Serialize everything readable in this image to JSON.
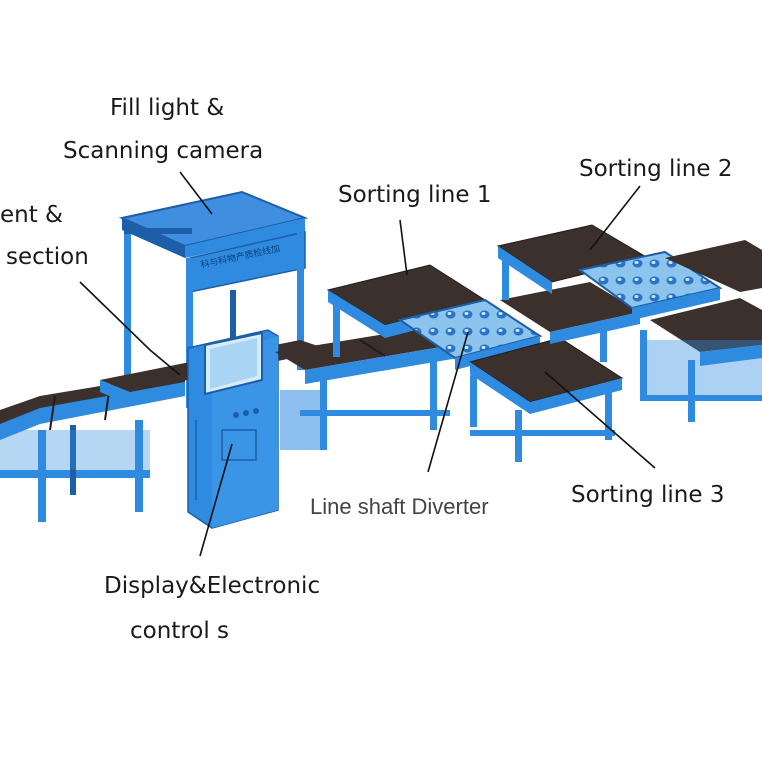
{
  "labels": {
    "fill_light_line1": "Fill light &",
    "fill_light_line2": "Scanning camera",
    "left_line1": "ent &",
    "left_line2": "section",
    "sorting_line_1": "Sorting line 1",
    "sorting_line_2": "Sorting line 2",
    "sorting_line_3": "Sorting line 3",
    "diverter": "Line shaft Diverter",
    "display_line1": "Display&Electronic",
    "display_line2": "control s"
  },
  "machine_sign": "科与科物产质检线加",
  "colors": {
    "frame_blue": "#2f8be0",
    "frame_dark": "#1c5fa8",
    "belt": "#3b302b",
    "belt_edge": "#241c18",
    "diverter_plate": "#8cc4ee",
    "roller": "#2a74c8"
  }
}
